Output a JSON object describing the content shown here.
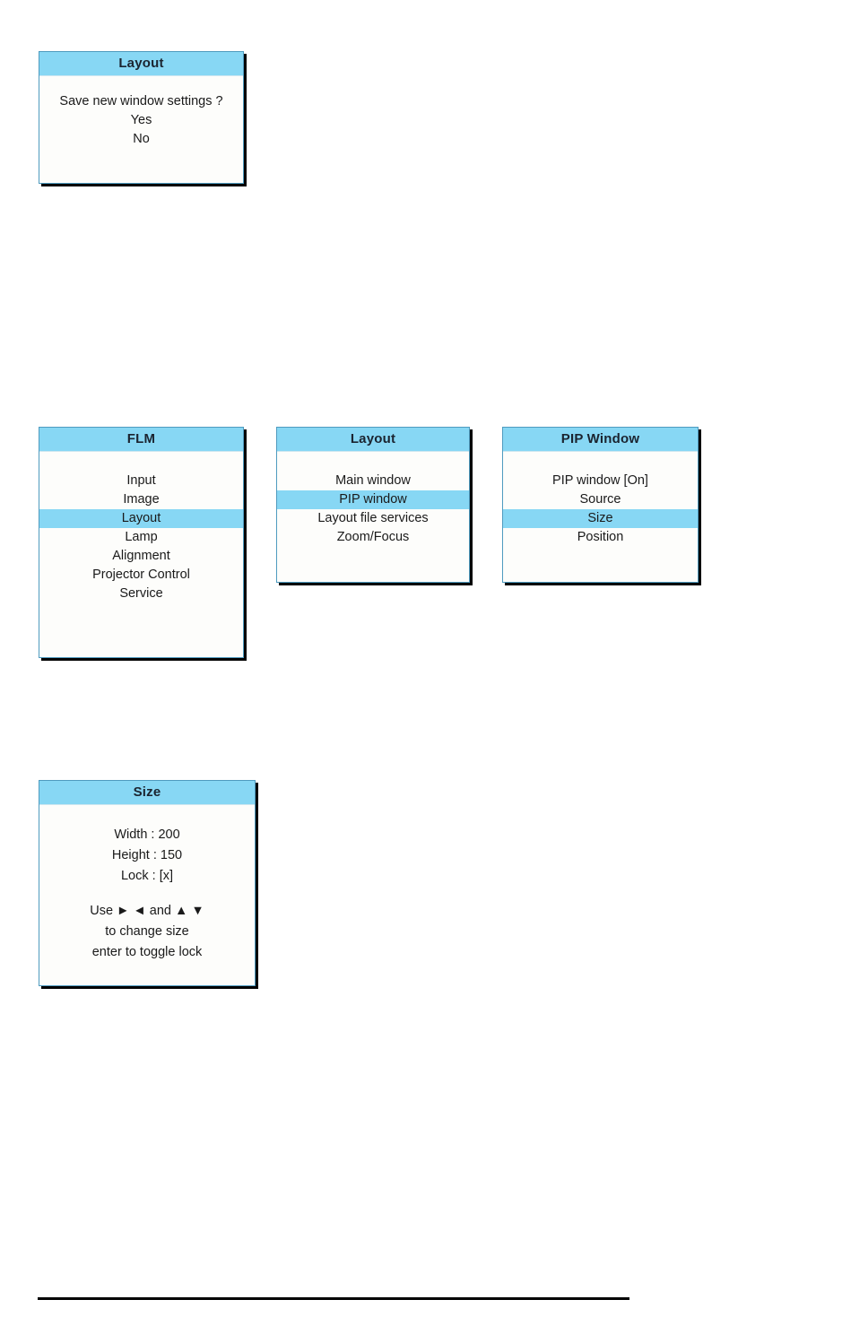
{
  "theme": {
    "header_bg": "#87d7f4",
    "highlight_bg": "#87d7f4",
    "panel_bg": "#fdfdfb",
    "panel_border": "#4f9bbf",
    "shadow": "#000000",
    "text": "#1a1a1a"
  },
  "panels": {
    "save_layout": {
      "title": "Layout",
      "prompt": "Save new window settings ?",
      "options": [
        {
          "label": "Yes",
          "selected": false
        },
        {
          "label": "No",
          "selected": false
        }
      ]
    },
    "flm": {
      "title": "FLM",
      "items": [
        {
          "label": "Input",
          "selected": false
        },
        {
          "label": "Image",
          "selected": false
        },
        {
          "label": "Layout",
          "selected": true
        },
        {
          "label": "Lamp",
          "selected": false
        },
        {
          "label": "Alignment",
          "selected": false
        },
        {
          "label": "Projector Control",
          "selected": false
        },
        {
          "label": "Service",
          "selected": false
        }
      ]
    },
    "layout": {
      "title": "Layout",
      "items": [
        {
          "label": "Main window",
          "selected": false
        },
        {
          "label": "PIP window",
          "selected": true
        },
        {
          "label": "Layout file services",
          "selected": false
        },
        {
          "label": "Zoom/Focus",
          "selected": false
        }
      ]
    },
    "pip_window": {
      "title": "PIP Window",
      "items": [
        {
          "label": "PIP window [On]",
          "selected": false
        },
        {
          "label": "Source",
          "selected": false
        },
        {
          "label": "Size",
          "selected": true
        },
        {
          "label": "Position",
          "selected": false
        }
      ]
    },
    "size": {
      "title": "Size",
      "values": [
        {
          "label": "Width : 200"
        },
        {
          "label": "Height : 150"
        },
        {
          "label": "Lock : [x]"
        }
      ],
      "help": [
        "Use ► ◄ and ▲ ▼",
        "to change size",
        "enter to toggle lock"
      ]
    }
  }
}
